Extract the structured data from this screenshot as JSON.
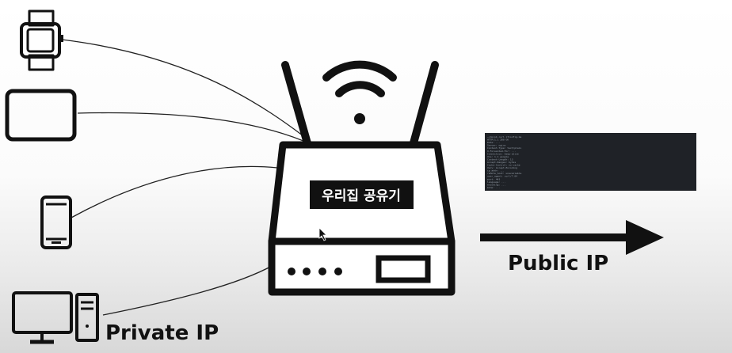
{
  "router": {
    "label": "우리집 공유기"
  },
  "labels": {
    "public_ip": "Public IP",
    "private_ip": "Private IP"
  },
  "terminal_lines": [
    "~/docs$ curl ifconfig.me",
    "HTTP/1.1 200 OK",
    "Date: ...",
    "Server: nginx",
    "Content-Type: text/plain",
    "X-Forwarded-For: ...",
    "Connection: keep-alive",
    "Via: 1.1 google",
    "Content-Length: 13",
    "Accept-Ranges: bytes",
    "Cache-Control: no-cache",
    "Vary: Accept-Encoding",
    "ip_addr: ...",
    "remote_host: unavailable",
    "user_agent: curl/7.64",
    "port: 443",
    "language: ...",
    "encoding: ...",
    "mime: ..."
  ],
  "colors": {
    "ink": "#111111",
    "terminal_bg": "#1f2227",
    "terminal_text": "#9aa3ad"
  },
  "icons": [
    "smartwatch-icon",
    "tablet-icon",
    "smartphone-icon",
    "desktop-computer-icon",
    "wifi-icon",
    "router-icon",
    "arrow-right-icon",
    "mouse-cursor-icon"
  ]
}
